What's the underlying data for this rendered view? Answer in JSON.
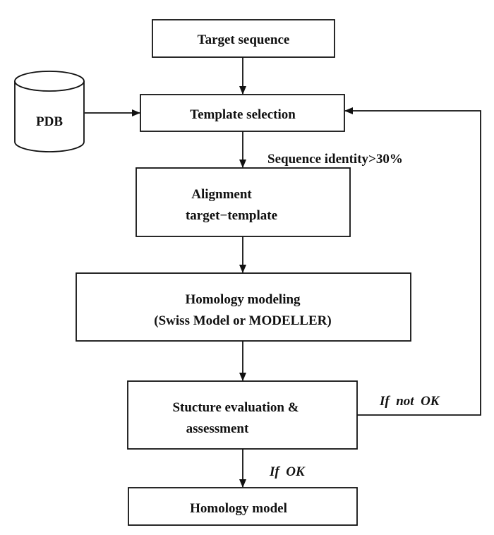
{
  "nodes": {
    "target_sequence": "Target sequence",
    "pdb": "PDB",
    "template_selection": "Template selection",
    "alignment": [
      "Alignment",
      "target−template"
    ],
    "homology_modeling": [
      "Homology modeling",
      "(Swiss Model or MODELLER)"
    ],
    "structure_evaluation": [
      "Stucture evaluation &",
      "assessment"
    ],
    "homology_model": "Homology model"
  },
  "edge_labels": {
    "sequence_identity": "Sequence identity>30%",
    "if_not_ok": "If  not  OK",
    "if_ok": "If  OK"
  }
}
